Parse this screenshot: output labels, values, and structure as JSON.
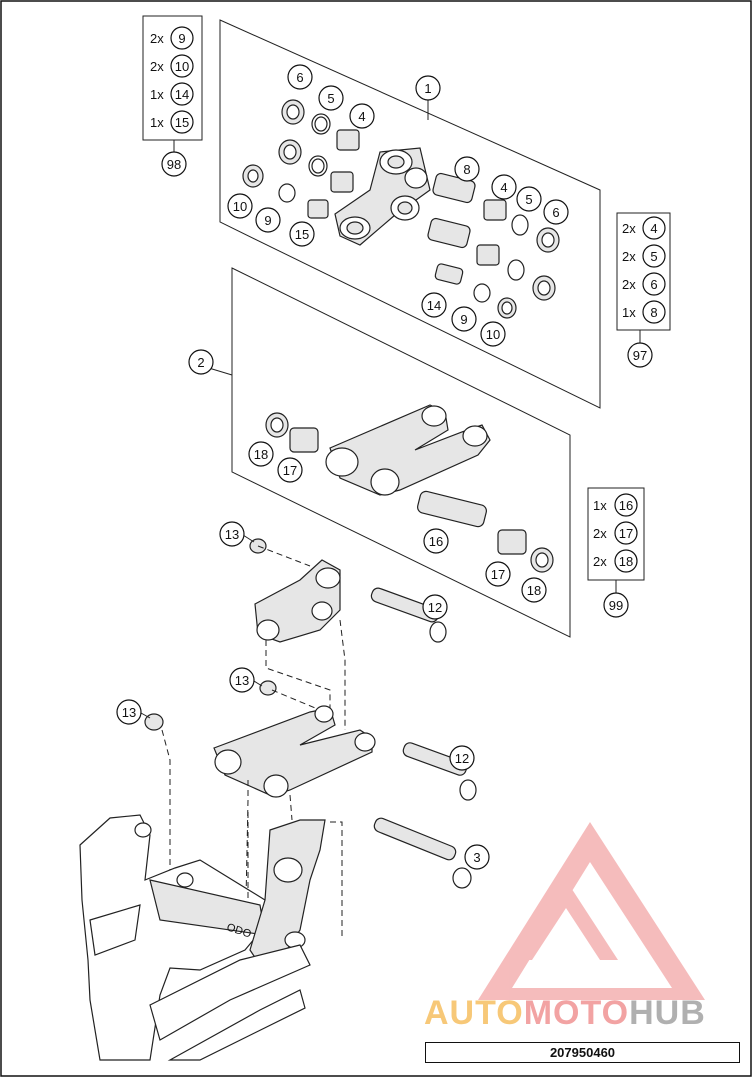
{
  "callouts": {
    "p1": "1",
    "p2": "2",
    "p3": "3",
    "p4": "4",
    "p5": "5",
    "p6": "6",
    "p8": "8",
    "p9": "9",
    "p10": "10",
    "p12": "12",
    "p13": "13",
    "p14": "14",
    "p15": "15",
    "p16": "16",
    "p17": "17",
    "p18": "18"
  },
  "kits": [
    {
      "id": "98",
      "rows": [
        {
          "qty": "2x",
          "part": "9"
        },
        {
          "qty": "2x",
          "part": "10"
        },
        {
          "qty": "1x",
          "part": "14"
        },
        {
          "qty": "1x",
          "part": "15"
        }
      ]
    },
    {
      "id": "97",
      "rows": [
        {
          "qty": "2x",
          "part": "4"
        },
        {
          "qty": "2x",
          "part": "5"
        },
        {
          "qty": "2x",
          "part": "6"
        },
        {
          "qty": "1x",
          "part": "8"
        }
      ]
    },
    {
      "id": "99",
      "rows": [
        {
          "qty": "1x",
          "part": "16"
        },
        {
          "qty": "2x",
          "part": "17"
        },
        {
          "qty": "2x",
          "part": "18"
        }
      ]
    }
  ],
  "watermark": {
    "part1": "AUTO",
    "part2": "MOTO",
    "part3": "HUB"
  },
  "frame_label": "ODO",
  "part_number": "207950460",
  "colors": {
    "line": "#222222",
    "watermark_red": "#f2a3a3",
    "watermark_orange": "#f7c878",
    "watermark_gray": "#b0b0b0"
  }
}
